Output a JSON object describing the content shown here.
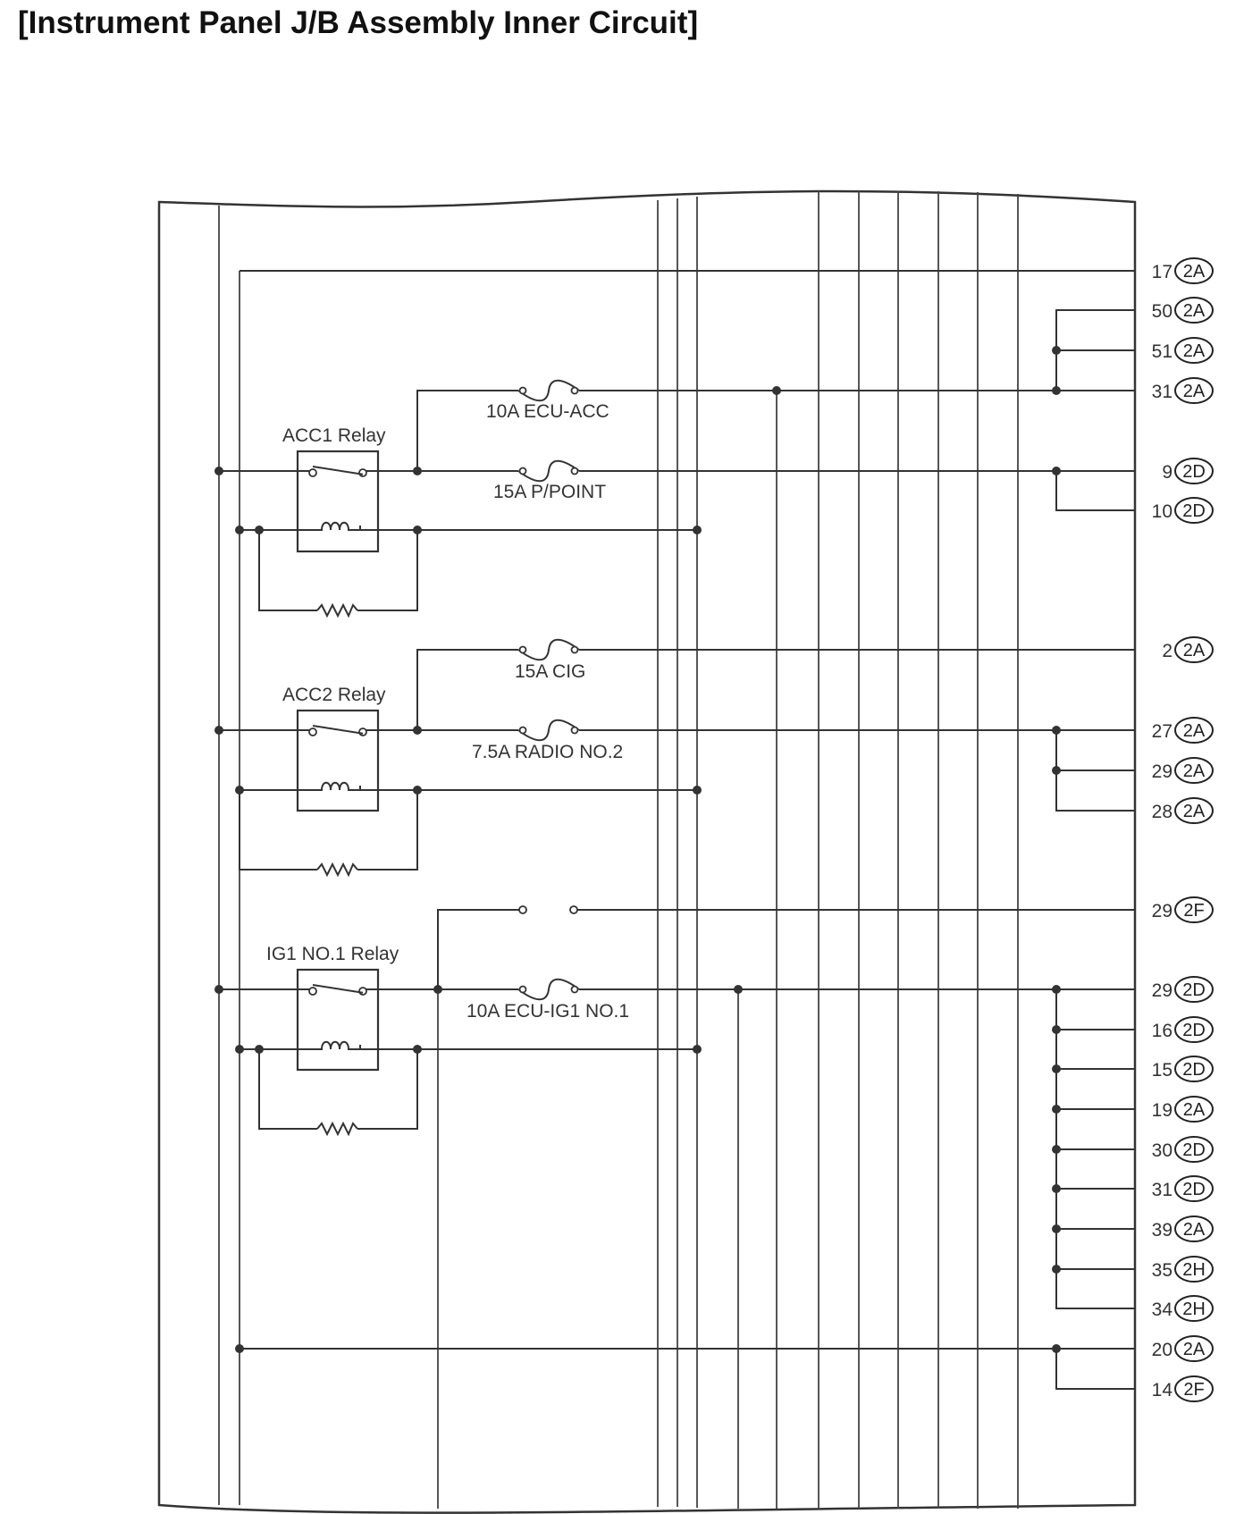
{
  "title": "[Instrument Panel J/B Assembly Inner Circuit]",
  "relays": [
    {
      "label": "ACC1 Relay"
    },
    {
      "label": "ACC2 Relay"
    },
    {
      "label": "IG1 NO.1 Relay"
    }
  ],
  "fuses": [
    {
      "label": "10A ECU-ACC"
    },
    {
      "label": "15A P/POINT"
    },
    {
      "label": "15A CIG"
    },
    {
      "label": "7.5A RADIO NO.2"
    },
    {
      "label": "10A ECU-IG1 NO.1"
    }
  ],
  "terminals": [
    {
      "pin": "17",
      "connector": "2A"
    },
    {
      "pin": "50",
      "connector": "2A"
    },
    {
      "pin": "51",
      "connector": "2A"
    },
    {
      "pin": "31",
      "connector": "2A"
    },
    {
      "pin": "9",
      "connector": "2D"
    },
    {
      "pin": "10",
      "connector": "2D"
    },
    {
      "pin": "2",
      "connector": "2A"
    },
    {
      "pin": "27",
      "connector": "2A"
    },
    {
      "pin": "29",
      "connector": "2A"
    },
    {
      "pin": "28",
      "connector": "2A"
    },
    {
      "pin": "29",
      "connector": "2F"
    },
    {
      "pin": "29",
      "connector": "2D"
    },
    {
      "pin": "16",
      "connector": "2D"
    },
    {
      "pin": "15",
      "connector": "2D"
    },
    {
      "pin": "19",
      "connector": "2A"
    },
    {
      "pin": "30",
      "connector": "2D"
    },
    {
      "pin": "31",
      "connector": "2D"
    },
    {
      "pin": "39",
      "connector": "2A"
    },
    {
      "pin": "35",
      "connector": "2H"
    },
    {
      "pin": "34",
      "connector": "2H"
    },
    {
      "pin": "20",
      "connector": "2A"
    },
    {
      "pin": "14",
      "connector": "2F"
    }
  ]
}
